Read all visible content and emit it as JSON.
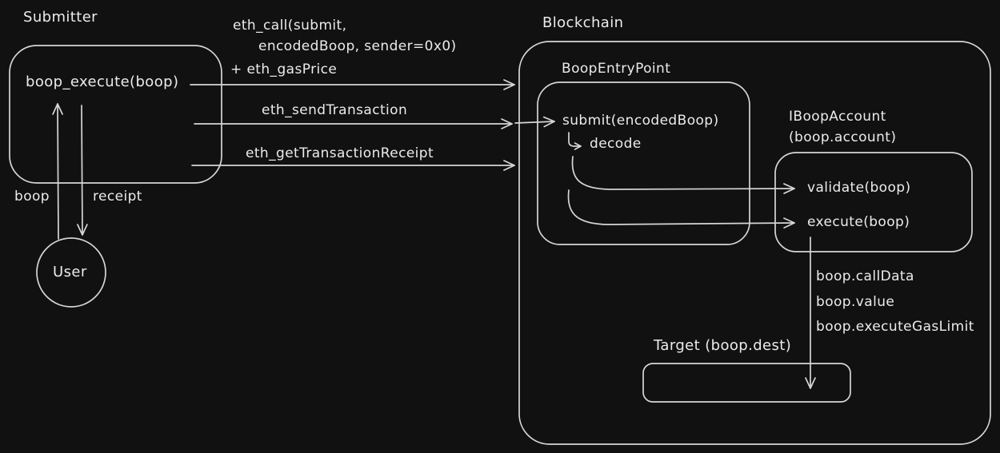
{
  "colors": {
    "background": "#111111",
    "stroke": "#d6d6d6",
    "text": "#ebebeb"
  },
  "submitter": {
    "title": "Submitter",
    "method": "boop_execute(boop)"
  },
  "user": {
    "label": "User",
    "sends": "boop",
    "receives": "receipt"
  },
  "rpc_calls": {
    "eth_call_line1": "eth_call(submit,",
    "eth_call_line2": "encodedBoop, sender=0x0)",
    "eth_call_line3": "+ eth_gasPrice",
    "send_transaction": "eth_sendTransaction",
    "get_transaction_receipt": "eth_getTransactionReceipt"
  },
  "blockchain": {
    "title": "Blockchain"
  },
  "entry_point": {
    "title": "BoopEntryPoint",
    "method": "submit(encodedBoop)",
    "step": "decode"
  },
  "account": {
    "title": "IBoopAccount",
    "subtitle": "(boop.account)",
    "validate_method": "validate(boop)",
    "execute_method": "execute(boop)"
  },
  "call_fields": {
    "call_data": "boop.callData",
    "value": "boop.value",
    "gas_limit": "boop.executeGasLimit"
  },
  "target": {
    "title": "Target (boop.dest)"
  }
}
